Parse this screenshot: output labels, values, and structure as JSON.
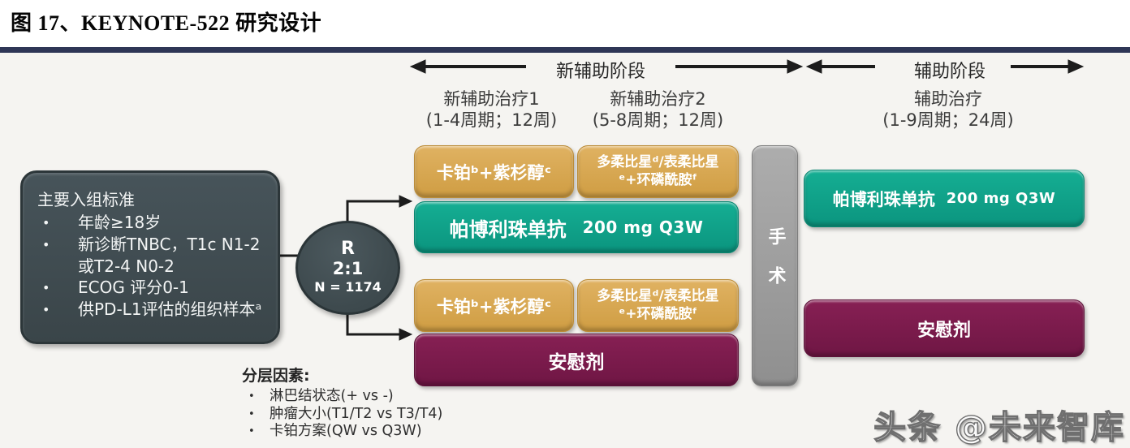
{
  "figure": {
    "title": "图 17、KEYNOTE-522 研究设计"
  },
  "phases": {
    "neoadjuvant": "新辅助阶段",
    "adjuvant": "辅助阶段"
  },
  "columns": [
    {
      "line1": "新辅助治疗1",
      "line2": "(1-4周期；12周)"
    },
    {
      "line1": "新辅助治疗2",
      "line2": "(5-8周期；12周)"
    },
    {
      "line1": "辅助治疗",
      "line2": "(1-9周期；24周)"
    }
  ],
  "eligibility": {
    "title": "主要入组标准",
    "items": [
      "年龄≥18岁",
      "新诊断TNBC，T1c N1-2 或T2-4 N0-2",
      "ECOG 评分0-1",
      "供PD-L1评估的组织样本ᵃ"
    ]
  },
  "randomization": {
    "r": "R",
    "ratio": "2:1",
    "n": "N = 1174"
  },
  "arms": {
    "chemo_carbo_taxol": "卡铂ᵇ+紫杉醇ᶜ",
    "chemo_anthracycline": "多柔比星ᵈ/表柔比星ᵉ+环磷酰胺ᶠ",
    "pembro_drug": "帕博利珠单抗",
    "pembro_dose": "200 mg Q3W",
    "placebo": "安慰剂",
    "surgery": "手术",
    "adjuvant_pembro_drug": "帕博利珠单抗",
    "adjuvant_pembro_dose": "200 mg Q3W",
    "adjuvant_placebo": "安慰剂"
  },
  "stratification": {
    "title": "分层因素:",
    "items": [
      "淋巴结状态(+ vs -)",
      "肿瘤大小(T1/T2 vs T3/T4)",
      "卡铂方案(QW vs Q3W)"
    ]
  },
  "watermark": "头条 @未来智库",
  "colors": {
    "rule": "#2e3656",
    "panel_dark": "#414e52",
    "chemo_gold": "#d5a64b",
    "pembrolizumab_teal": "#0fa48a",
    "placebo_maroon": "#7b1c4e",
    "surgery_gray": "#9c9c9c",
    "board_bg": "#f5f4f1",
    "arrow": "#1c1c1c"
  }
}
